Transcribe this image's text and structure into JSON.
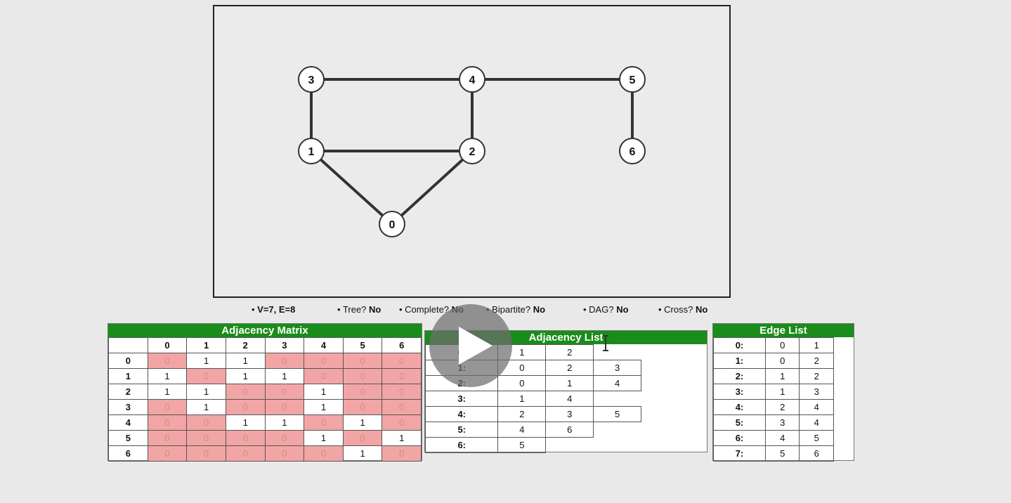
{
  "graph": {
    "vertices": [
      "0",
      "1",
      "2",
      "3",
      "4",
      "5",
      "6"
    ],
    "edges": [
      [
        "0",
        "1"
      ],
      [
        "0",
        "2"
      ],
      [
        "1",
        "2"
      ],
      [
        "1",
        "3"
      ],
      [
        "2",
        "4"
      ],
      [
        "3",
        "4"
      ],
      [
        "4",
        "5"
      ],
      [
        "5",
        "6"
      ]
    ]
  },
  "stats": {
    "ve": "V=7, E=8",
    "tree_label": "Tree?",
    "tree_value": "No",
    "complete_label": "Complete?",
    "complete_value": "No",
    "bipartite_label": "Bipartite?",
    "bipartite_value": "No",
    "dag_label": "DAG?",
    "dag_value": "No",
    "cross_label": "Cross?",
    "cross_value": "No"
  },
  "matrix": {
    "title": "Adjacency Matrix",
    "headers": [
      "0",
      "1",
      "2",
      "3",
      "4",
      "5",
      "6"
    ],
    "rows": [
      [
        "0",
        "1",
        "1",
        "0",
        "0",
        "0",
        "0"
      ],
      [
        "1",
        "0",
        "1",
        "1",
        "0",
        "0",
        "0"
      ],
      [
        "1",
        "1",
        "0",
        "0",
        "1",
        "0",
        "0"
      ],
      [
        "0",
        "1",
        "0",
        "0",
        "1",
        "0",
        "0"
      ],
      [
        "0",
        "0",
        "1",
        "1",
        "0",
        "1",
        "0"
      ],
      [
        "0",
        "0",
        "0",
        "0",
        "1",
        "0",
        "1"
      ],
      [
        "0",
        "0",
        "0",
        "0",
        "0",
        "1",
        "0"
      ]
    ]
  },
  "adjlist": {
    "title": "Adjacency List",
    "rows": [
      {
        "label": "0:",
        "items": [
          "1",
          "2"
        ]
      },
      {
        "label": "1:",
        "items": [
          "0",
          "2",
          "3"
        ]
      },
      {
        "label": "2:",
        "items": [
          "0",
          "1",
          "4"
        ]
      },
      {
        "label": "3:",
        "items": [
          "1",
          "4"
        ]
      },
      {
        "label": "4:",
        "items": [
          "2",
          "3",
          "5"
        ]
      },
      {
        "label": "5:",
        "items": [
          "4",
          "6"
        ]
      },
      {
        "label": "6:",
        "items": [
          "5"
        ]
      }
    ]
  },
  "edgelist": {
    "title": "Edge List",
    "rows": [
      {
        "label": "0:",
        "u": "0",
        "v": "1"
      },
      {
        "label": "1:",
        "u": "0",
        "v": "2"
      },
      {
        "label": "2:",
        "u": "1",
        "v": "2"
      },
      {
        "label": "3:",
        "u": "1",
        "v": "3"
      },
      {
        "label": "4:",
        "u": "2",
        "v": "4"
      },
      {
        "label": "5:",
        "u": "3",
        "v": "4"
      },
      {
        "label": "6:",
        "u": "4",
        "v": "5"
      },
      {
        "label": "7:",
        "u": "5",
        "v": "6"
      }
    ]
  },
  "colors": {
    "panel_header": "#1a8c1a",
    "zero_cell": "#f2a5a5",
    "play_overlay": "#6e6e6e"
  },
  "icons": {
    "play": "play-icon",
    "cursor": "text-cursor-icon"
  }
}
